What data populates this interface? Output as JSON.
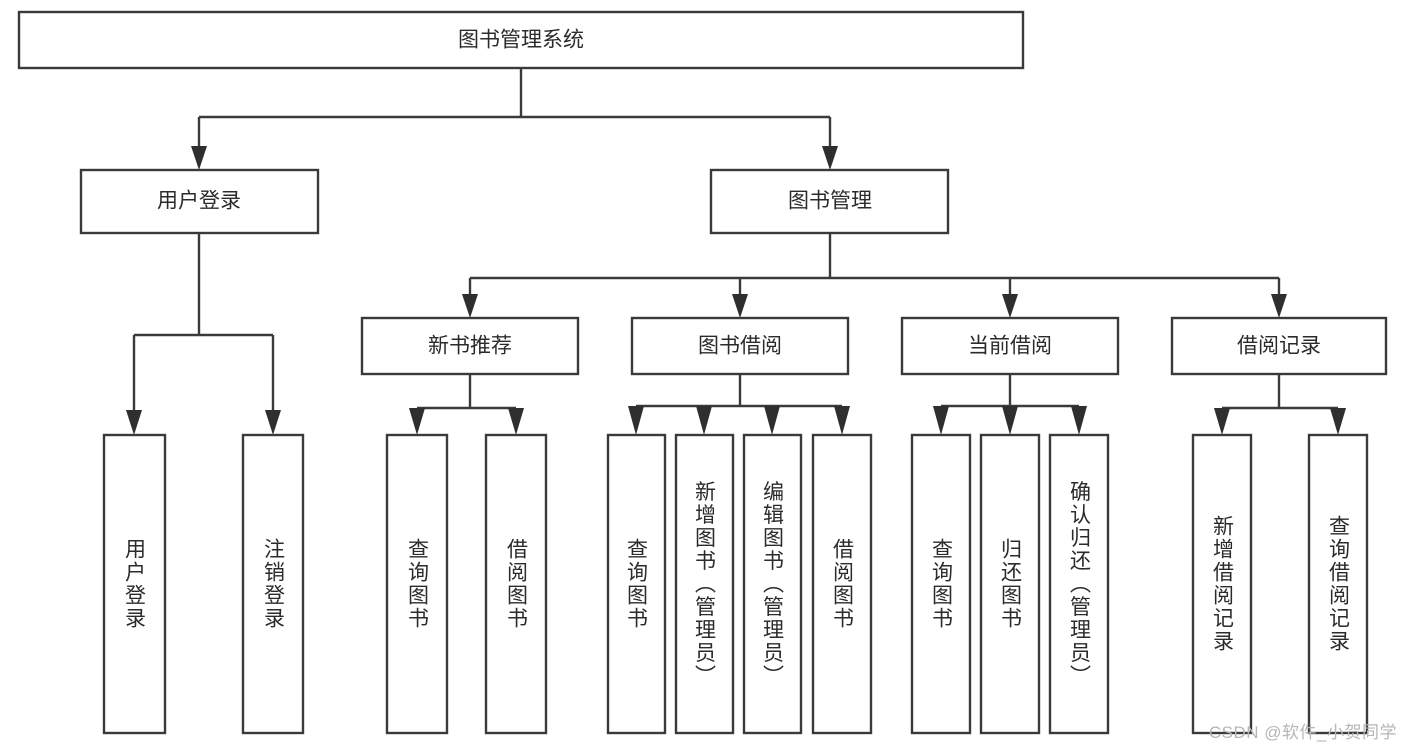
{
  "diagram": {
    "type": "tree",
    "title": "图书管理系统",
    "watermark": "CSDN @软件_小贺同学",
    "colors": {
      "box_stroke": "#3a3a3a",
      "box_fill": "#ffffff",
      "connector": "#3a3a3a",
      "text": "#2b2b2b",
      "watermark": "#b6b6b6",
      "background": "#ffffff"
    },
    "levels": {
      "root": {
        "label": "图书管理系统",
        "orientation": "horizontal"
      },
      "level2": [
        {
          "label": "用户登录",
          "orientation": "horizontal"
        },
        {
          "label": "图书管理",
          "orientation": "horizontal"
        }
      ],
      "level3": [
        {
          "label": "新书推荐",
          "orientation": "horizontal"
        },
        {
          "label": "图书借阅",
          "orientation": "horizontal"
        },
        {
          "label": "当前借阅",
          "orientation": "horizontal"
        },
        {
          "label": "借阅记录",
          "orientation": "horizontal"
        }
      ],
      "leaves": {
        "user_login": [
          {
            "label": "用户登录",
            "orientation": "vertical"
          },
          {
            "label": "注销登录",
            "orientation": "vertical"
          }
        ],
        "new_book_recommend": [
          {
            "label": "查询图书",
            "orientation": "vertical"
          },
          {
            "label": "借阅图书",
            "orientation": "vertical"
          }
        ],
        "book_borrow": [
          {
            "label": "查询图书",
            "orientation": "vertical"
          },
          {
            "label": "新增图书（管理员）",
            "orientation": "vertical"
          },
          {
            "label": "编辑图书（管理员）",
            "orientation": "vertical"
          },
          {
            "label": "借阅图书",
            "orientation": "vertical"
          }
        ],
        "current_borrow": [
          {
            "label": "查询图书",
            "orientation": "vertical"
          },
          {
            "label": "归还图书",
            "orientation": "vertical"
          },
          {
            "label": "确认归还（管理员）",
            "orientation": "vertical"
          }
        ],
        "borrow_record": [
          {
            "label": "新增借阅记录",
            "orientation": "vertical"
          },
          {
            "label": "查询借阅记录",
            "orientation": "vertical"
          }
        ]
      }
    }
  }
}
